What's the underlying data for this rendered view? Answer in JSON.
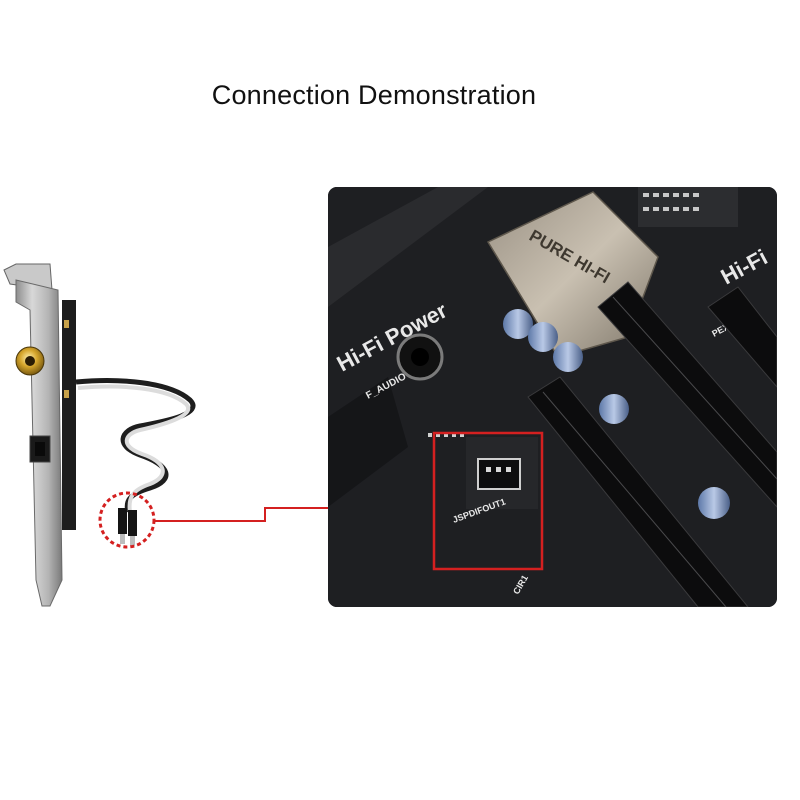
{
  "title": "Connection Demonstration",
  "board": {
    "hifi_power": "Hi-Fi Power",
    "hifi_right": "Hi-Fi",
    "chip_label": "PURE HI-FI",
    "f_audio": "F_AUDIO",
    "jspdif": "JSPDIFOUT1",
    "cir": "CIR1",
    "pex": "PEX1"
  },
  "colors": {
    "highlight": "#d42020",
    "background": "#ffffff"
  }
}
